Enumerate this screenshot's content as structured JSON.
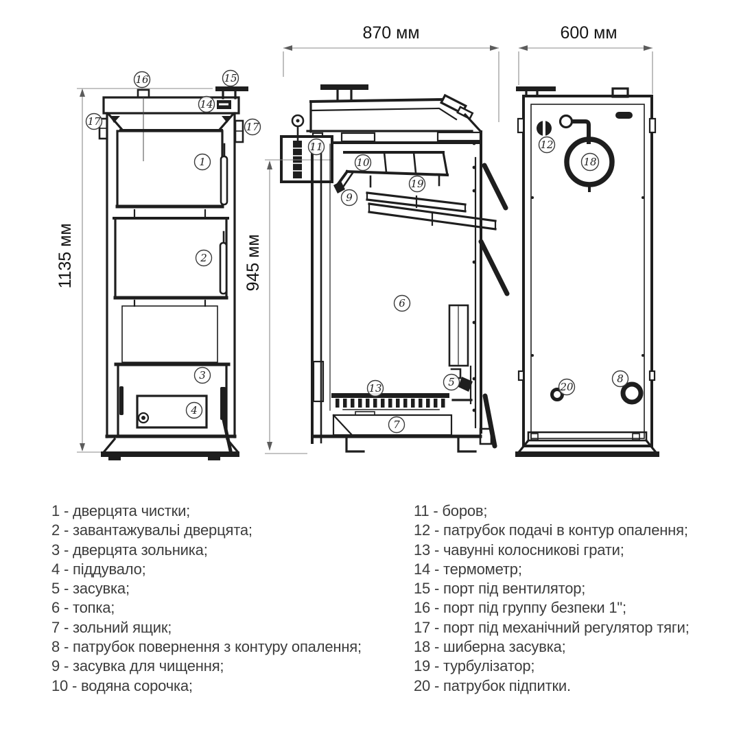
{
  "figure": {
    "dim_front_height": "1135 мм",
    "dim_side_width": "870 мм",
    "dim_side_height": "945 мм",
    "dim_back_width": "600 мм",
    "line_color": "#1e1e1e",
    "dimension_line_color": "#8a8a8a"
  },
  "callouts": {
    "c1": "1",
    "c2": "2",
    "c3": "3",
    "c4": "4",
    "c5": "5",
    "c6": "6",
    "c7": "7",
    "c8": "8",
    "c9": "9",
    "c10": "10",
    "c11": "11",
    "c12": "12",
    "c13": "13",
    "c14": "14",
    "c15": "15",
    "c16": "16",
    "c17": "17",
    "c18": "18",
    "c19": "19",
    "c20": "20"
  },
  "legend": {
    "left": [
      "1 - дверцята чистки;",
      "2 - завантажувальі дверцята;",
      "3 - дверцята зольника;",
      "4 - піддувало;",
      "5 - засувка;",
      "6 - топка;",
      "7 - зольний ящик;",
      "8 - патрубок повернення з контуру опалення;",
      "9 - засувка для чищення;",
      "10 - водяна сорочка;"
    ],
    "right": [
      "11 - боров;",
      "12 - патрубок подачі в контур опалення;",
      "13 - чавунні колосникові грати;",
      "14 - термометр;",
      "15 - порт під вентилятор;",
      "16 - порт під группу безпеки 1\";",
      "17 - порт під механічний регулятор тяги;",
      "18 - шиберна засувка;",
      "19 - турбулізатор;",
      "20 - патрубок підпитки."
    ]
  }
}
